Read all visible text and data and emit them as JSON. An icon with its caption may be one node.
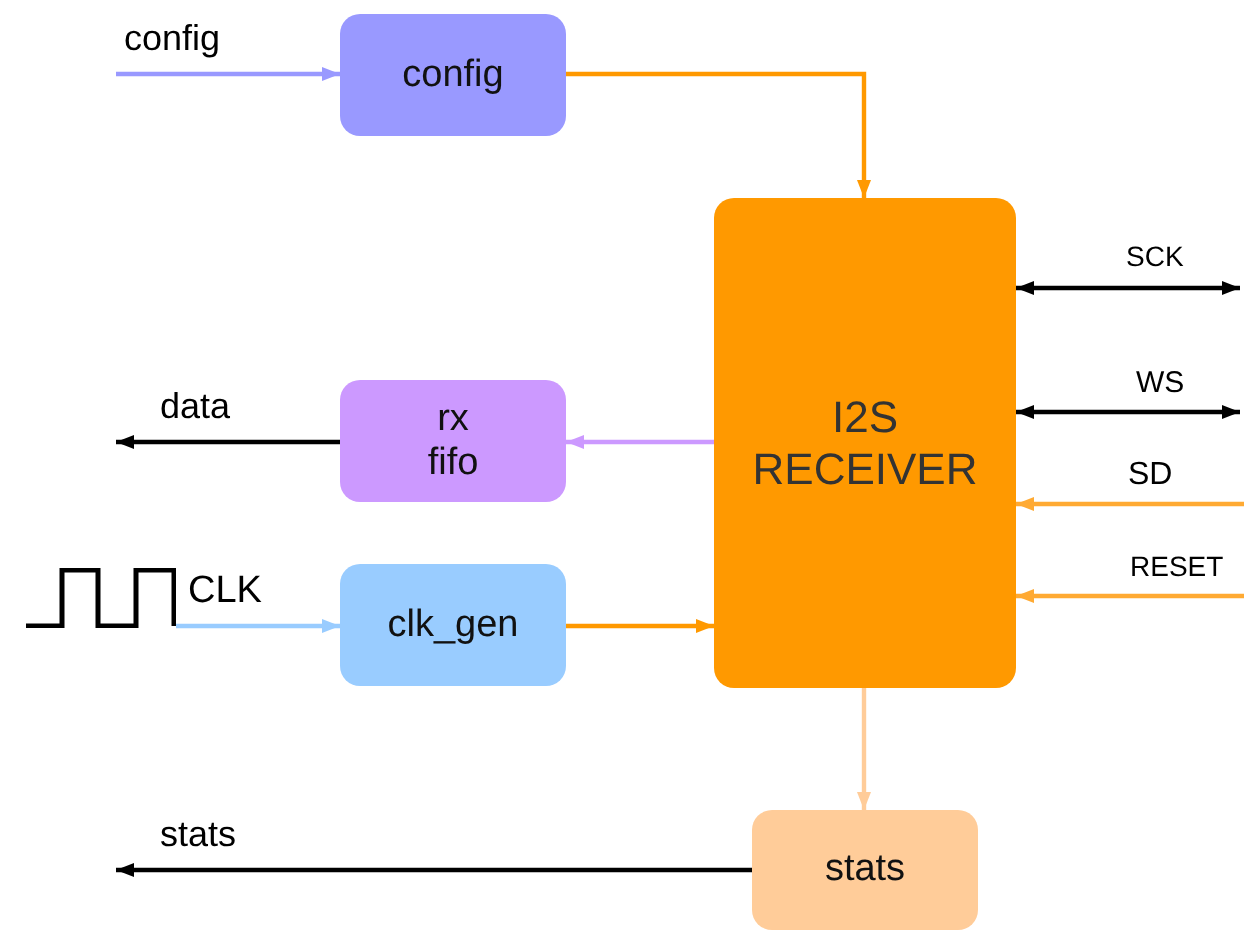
{
  "diagram": {
    "nodes": [
      {
        "text": [
          "config"
        ]
      },
      {
        "text": [
          "I2S RECEIVER"
        ]
      },
      {
        "text": [
          "rx fifo"
        ]
      },
      {
        "text": [],
        "shape": "picture"
      },
      {
        "text": [
          "clk_gen"
        ]
      },
      {
        "text": [
          "stats"
        ]
      }
    ],
    "edges": [
      {
        "from": null,
        "to": 0,
        "arrow": "to",
        "label": "config",
        "color": "#9999ff"
      },
      {
        "from": 0,
        "to": 1,
        "arrow": "to",
        "color": "#ff9900"
      },
      {
        "from": 1,
        "to": 2,
        "arrow": "to",
        "color": "#cc99ff"
      },
      {
        "from": 2,
        "to": null,
        "arrow": "to",
        "label": "data",
        "color": "#000000"
      },
      {
        "from": 4,
        "to": 1,
        "arrow": "to",
        "color": "#ff9900"
      },
      {
        "from": 3,
        "to": 4,
        "arrow": "to",
        "label": "CLK",
        "color": "#99ccff"
      },
      {
        "from": 1,
        "to": null,
        "arrow": "both",
        "label": "SCK",
        "color": "#000000"
      },
      {
        "from": 1,
        "to": null,
        "arrow": "both",
        "label": "WS",
        "color": "#000000"
      },
      {
        "from": null,
        "to": 1,
        "arrow": "to",
        "label": "SD",
        "color": "#ffaa33"
      },
      {
        "from": null,
        "to": 1,
        "arrow": "to",
        "label": "RESET",
        "color": "#ffaa33"
      },
      {
        "from": 1,
        "to": 5,
        "arrow": "to",
        "color": "#ffcc99"
      },
      {
        "from": 5,
        "to": null,
        "arrow": "to",
        "label": "stats",
        "color": "#000000"
      }
    ]
  }
}
